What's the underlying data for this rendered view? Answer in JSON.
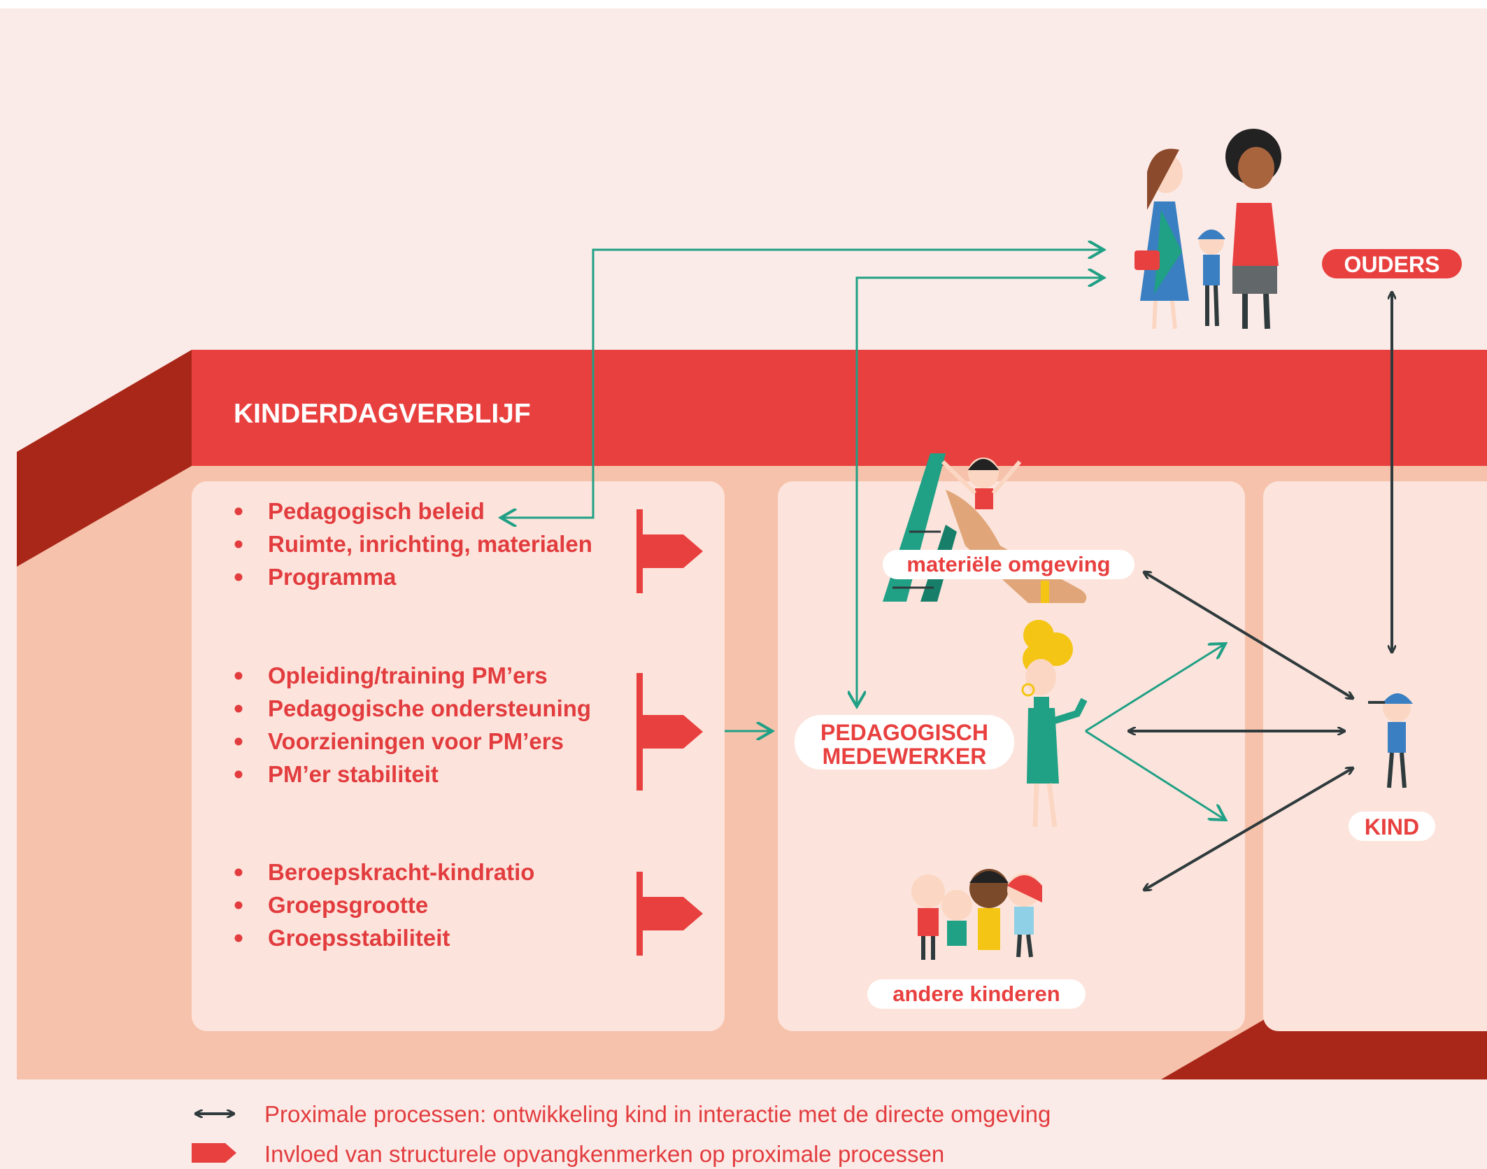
{
  "title": "KINDERDAGVERBLIJF",
  "structural_groups": [
    {
      "items": [
        "Pedagogisch beleid",
        "Ruimte, inrichting, materialen",
        "Programma"
      ]
    },
    {
      "items": [
        "Opleiding/training PM’ers",
        "Pedagogische ondersteuning",
        "Voorzieningen voor PM’ers",
        "PM’er stabiliteit"
      ]
    },
    {
      "items": [
        "Beroepskracht-kindratio",
        "Groepsgrootte",
        "Groepsstabiliteit"
      ]
    }
  ],
  "labels": {
    "materiele_omgeving": "materiële omgeving",
    "pedagogisch_line1": "PEDAGOGISCH",
    "pedagogisch_line2": "MEDEWERKER",
    "andere_kinderen": "andere kinderen",
    "ouders": "OUDERS",
    "kind": "KIND"
  },
  "legend": [
    {
      "icon": "double-arrow-icon",
      "text": "Proximale processen: ontwikkeling kind in interactie met de directe omgeving"
    },
    {
      "icon": "red-signpost-arrow-icon",
      "text": "Invloed van structurele opvangkenmerken op proximale processen"
    }
  ],
  "colors": {
    "red": "#e8403f",
    "dark_red": "#a92718",
    "pale_pink": "#fbebe8",
    "salmon": "#f6c2ab",
    "panel": "#fce4dc",
    "teal": "#20a085",
    "dark_arrow": "#2f3a3c"
  }
}
